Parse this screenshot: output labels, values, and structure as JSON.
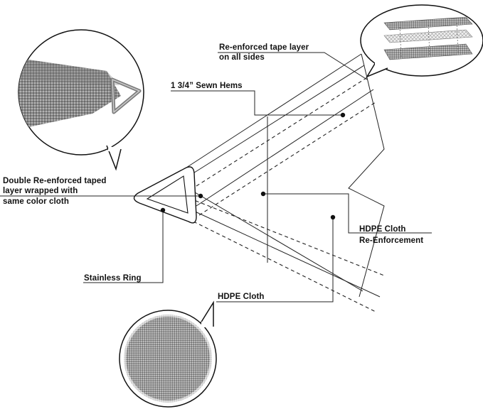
{
  "labels": {
    "tape_layer_line1": "Re-enforced tape layer",
    "tape_layer_line2": "on all sides",
    "sewn_hems": "1 3/4” Sewn Hems",
    "double_line1": "Double Re-enforced taped",
    "double_line2": "layer wrapped with",
    "double_line3": "same color cloth",
    "hdpe_reinforcement_line1": "HDPE Cloth",
    "hdpe_reinforcement_line2": "Re-Enforcement",
    "stainless_ring": "Stainless Ring",
    "hdpe_cloth": "HDPE Cloth"
  },
  "colors": {
    "fabric_dark": "#6f6f6f",
    "fabric_light": "#a8a8a8",
    "ring_metal": "#9a9a9a",
    "ink": "#111111"
  },
  "icons": {
    "corner_bubble": "fabric-corner-with-ring-illustration",
    "layers_bubble": "layered-tape-illustration",
    "cloth_bubble": "hdpe-cloth-texture-illustration"
  }
}
